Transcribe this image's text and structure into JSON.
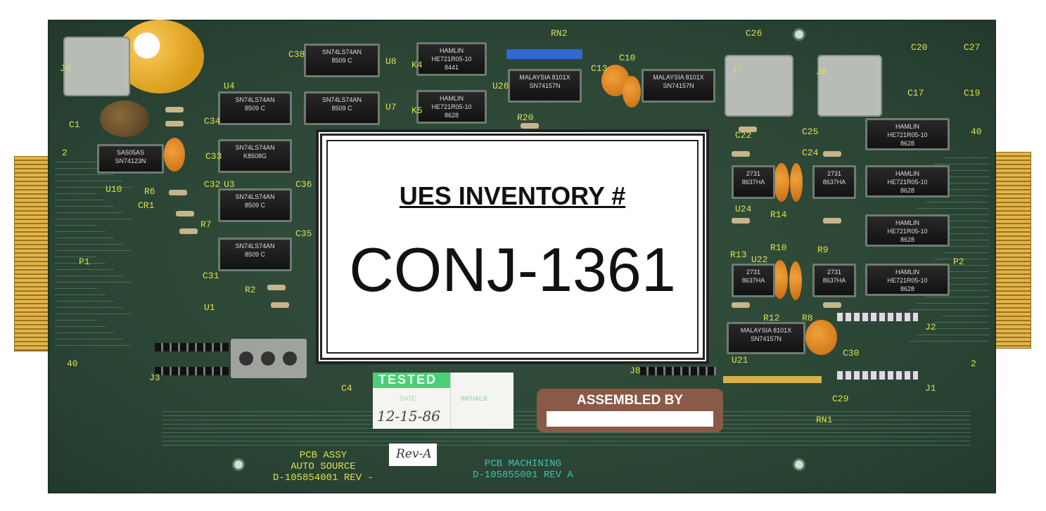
{
  "inventory_label": {
    "title": "UES INVENTORY #",
    "code": "CONJ-1361"
  },
  "tested_sticker": {
    "header": "TESTED",
    "date_label": "DATE",
    "initials_label": "INITIALS",
    "date_value": "12-15-86"
  },
  "assembled_sticker": {
    "title": "ASSEMBLED BY"
  },
  "rev_sticker": "Rev-A",
  "silkscreen": {
    "assy_line1": "PCB ASSY",
    "assy_line2": "AUTO SOURCE",
    "assy_line3": "D-105854001 REV -",
    "machining_line1": "PCB MACHINING",
    "machining_line2": "D-105855001 REV A",
    "refs": [
      "J4",
      "C38",
      "U8",
      "RN2",
      "C13",
      "C10",
      "U7",
      "C26",
      "J6",
      "C20",
      "C27",
      "C1",
      "U10",
      "R6",
      "CR1",
      "P1",
      "40",
      "2",
      "R7",
      "C31",
      "R2",
      "C32",
      "C33",
      "C34",
      "C36",
      "C35",
      "U26",
      "K4",
      "K5",
      "R20",
      "C24",
      "U24",
      "R14",
      "R10",
      "R13",
      "U22",
      "R12",
      "R8",
      "C30",
      "J2",
      "J1",
      "C29",
      "RN1",
      "J8",
      "U21",
      "R9",
      "C22",
      "C25",
      "C17",
      "C19",
      "P2",
      "40",
      "2",
      "C4",
      "J3",
      "U1",
      "U3",
      "U4",
      "J7"
    ]
  },
  "chips": {
    "ls74": [
      "SN74LS74AN",
      "8509 C"
    ],
    "ls74b": [
      "SN74LS74AN",
      "K8508G"
    ],
    "relay_a": [
      "HAMLIN",
      "HE721R05-10",
      "8441"
    ],
    "relay_b": [
      "HAMLIN",
      "HE721R05-10",
      "8628"
    ],
    "mux": [
      "MALAYSIA 8101X",
      "SN74157N"
    ],
    "timer": [
      "SA505AS",
      "SN74123N"
    ],
    "hp": [
      "2731",
      "8637HA"
    ]
  }
}
